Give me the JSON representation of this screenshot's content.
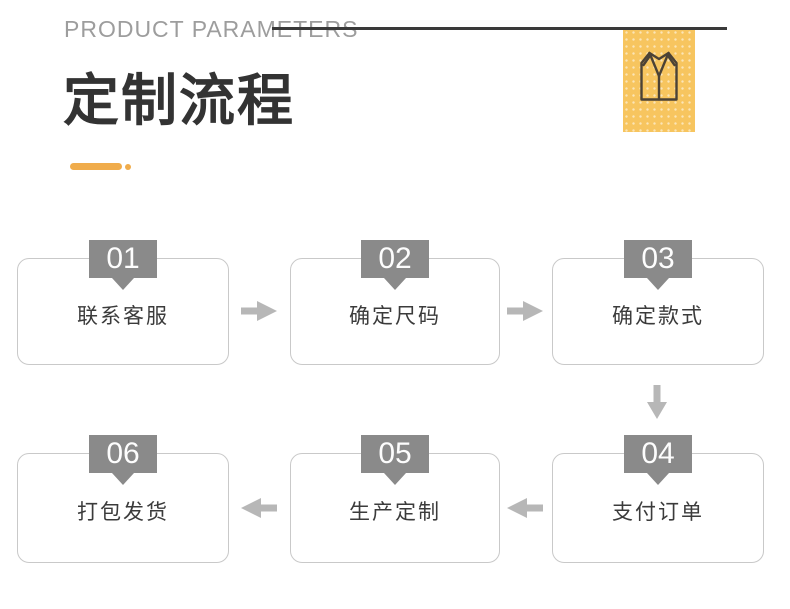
{
  "section_header": {
    "label": "PRODUCT PARAMETERS"
  },
  "title": {
    "text": "定制流程"
  },
  "steps": [
    {
      "number": "01",
      "label": "联系客服"
    },
    {
      "number": "02",
      "label": "确定尺码"
    },
    {
      "number": "03",
      "label": "确定款式"
    },
    {
      "number": "04",
      "label": "支付订单"
    },
    {
      "number": "05",
      "label": "生产定制"
    },
    {
      "number": "06",
      "label": "打包发货"
    }
  ],
  "flow_order": [
    "01",
    "02",
    "03",
    "04",
    "05",
    "06"
  ],
  "icons": {
    "vest": "vest-icon",
    "arrow_right": "arrow-right-icon",
    "arrow_down": "arrow-down-icon",
    "arrow_left": "arrow-left-icon"
  },
  "colors": {
    "background": "#ffffff",
    "header_text": "#9d9d9d",
    "header_line": "#3a3a3a",
    "yellow_block": "#f7c55f",
    "title_text": "#333333",
    "title_underline": "#f0ac4b",
    "box_border": "#c9c9c9",
    "badge_background": "#8a8a8a",
    "badge_text": "#fdfdfd",
    "step_label": "#3b3b3b",
    "arrow": "#b7b7b7",
    "vest_stroke": "#4b4236"
  }
}
